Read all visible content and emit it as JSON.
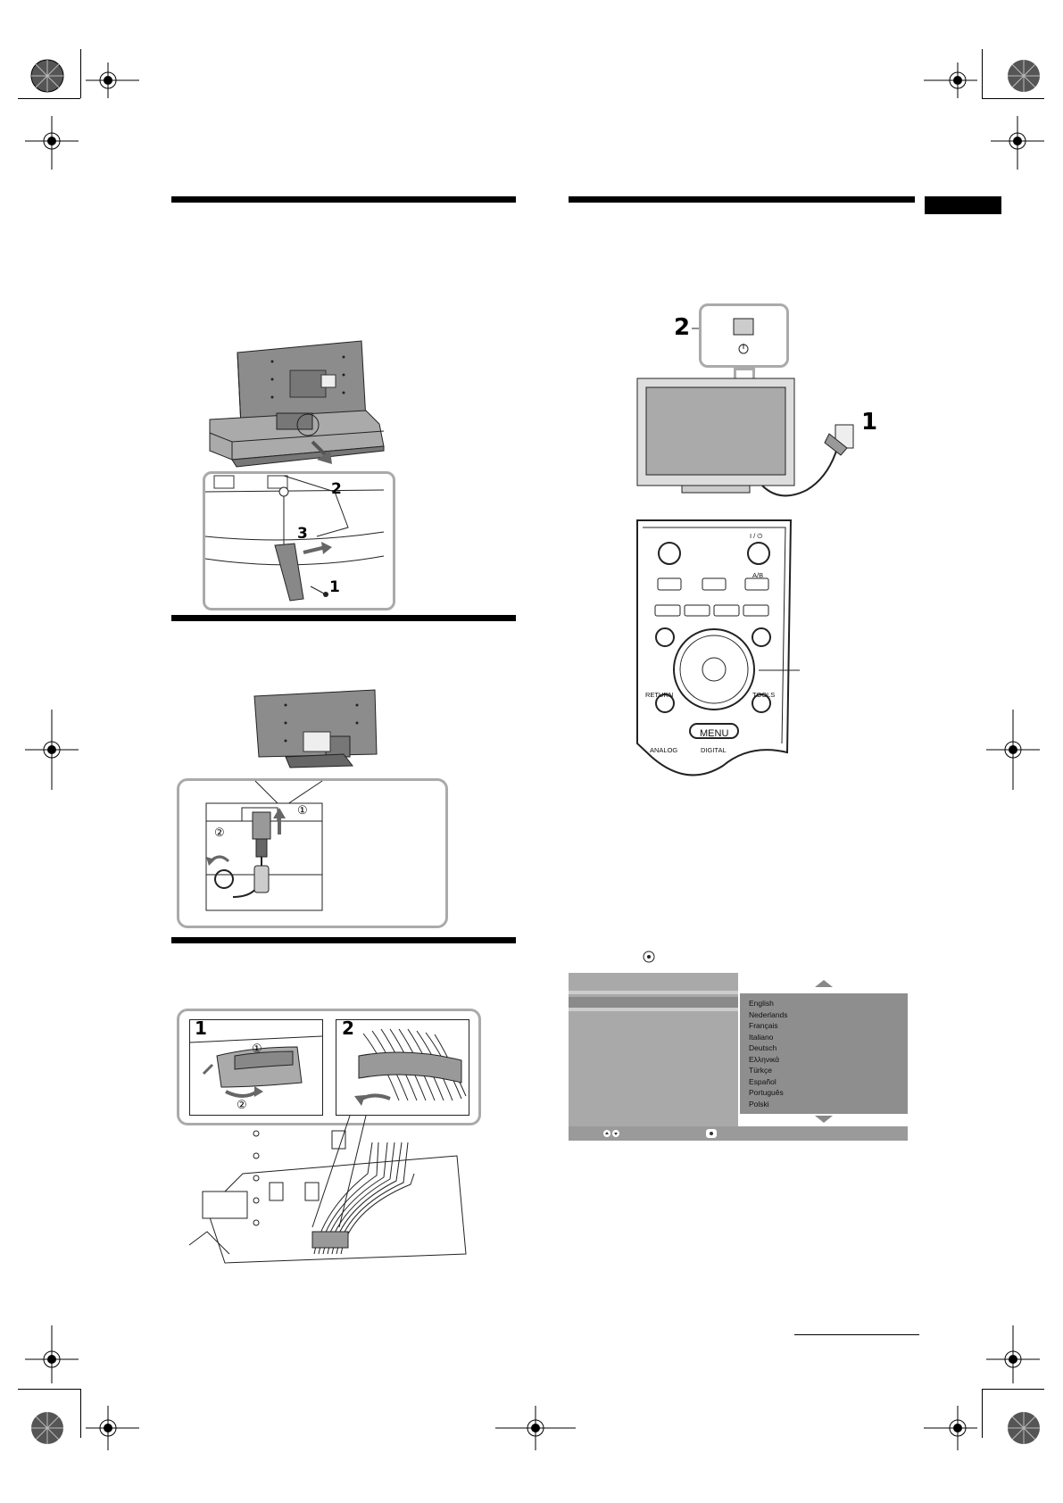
{
  "diagrams": {
    "stand_fix": {
      "callouts": [
        "2",
        "3",
        "1"
      ]
    },
    "bundle_cables": {
      "callouts": [
        "1",
        "2"
      ],
      "circled": [
        "①",
        "②"
      ]
    },
    "power_on": {
      "callouts": [
        "2",
        "1"
      ]
    },
    "remote": {
      "buttons": [
        "I / ⏻",
        "A/B",
        "RETURN",
        "TOOLS",
        "MENU",
        "ANALOG",
        "DIGITAL"
      ]
    }
  },
  "language_menu": {
    "options": [
      "English",
      "Nederlands",
      "Français",
      "Italiano",
      "Deutsch",
      "Ελληνικά",
      "Türkçe",
      "Español",
      "Português",
      "Polski"
    ],
    "colors": {
      "panel": "#a9a9a9",
      "list": "#8e8e8e",
      "highlight": "#8a8a8a",
      "footer": "#9a9a9a"
    }
  }
}
